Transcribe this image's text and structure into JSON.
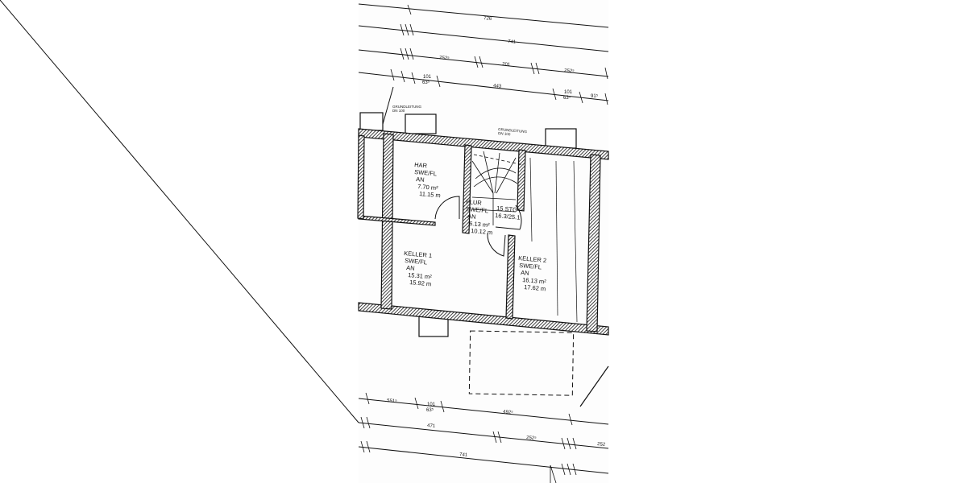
{
  "dimensions_top": {
    "row1": [
      "726"
    ],
    "row2": [
      "741"
    ],
    "row3": [
      "252⁵",
      "201",
      "252⁵"
    ],
    "row4": [
      "101",
      "63⁵",
      "443",
      "101",
      "63⁵",
      "91⁵"
    ]
  },
  "dimensions_bottom": {
    "row1": [
      "551⁵",
      "101",
      "63⁵",
      "492⁵"
    ],
    "row2": [
      "471",
      "252⁵",
      "252"
    ],
    "row3": [
      "741"
    ]
  },
  "notes": {
    "grundleitung_1": [
      "GRUNDLEITUNG",
      "DN 100"
    ],
    "grundleitung_2": [
      "GRUNDLEITUNG",
      "DN 100"
    ]
  },
  "rooms": {
    "har": [
      "HAR",
      "SWE/FL",
      "AN",
      "7.70 m²",
      "11.15 m"
    ],
    "flur": [
      "FLUR",
      "SWE/FL",
      "AN",
      "6.13 m²",
      "10.12 m"
    ],
    "stair": [
      "15 STG",
      "16.3/25.1"
    ],
    "keller1": [
      "KELLER 1",
      "SWE/FL",
      "AN",
      "15.31 m²",
      "15.92 m"
    ],
    "keller2": [
      "KELLER 2",
      "SWE/FL",
      "AN",
      "16.13 m²",
      "17.62 m"
    ]
  }
}
